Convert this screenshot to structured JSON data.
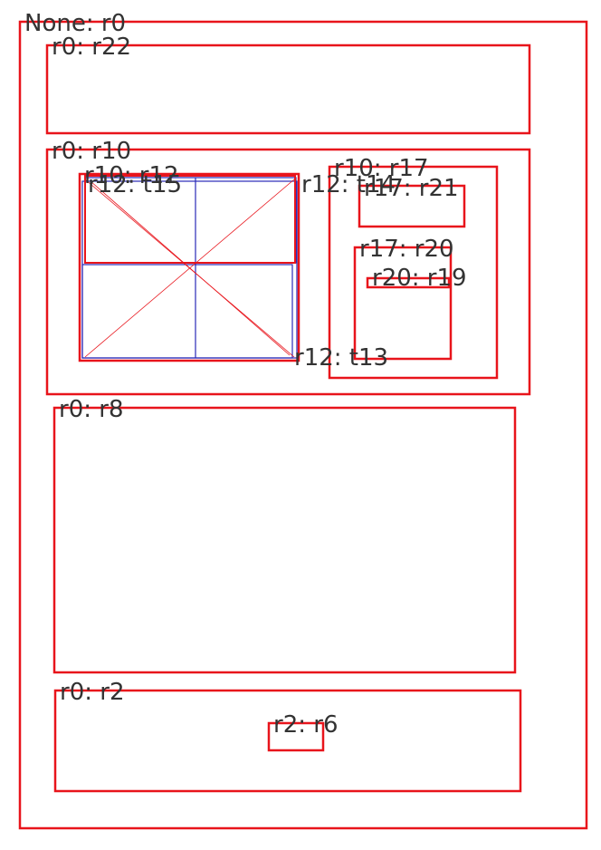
{
  "colors": {
    "region_stroke": "#e8141b",
    "text_stroke": "#2a2ab8",
    "label_text": "#333333",
    "background": "#ffffff"
  },
  "labels": {
    "r0": "None: r0",
    "r22": "r0: r22",
    "r10": "r0: r10",
    "r12": "r10: r12",
    "t15": "r12: t15",
    "t14": "r12: t14",
    "t13": "r12: t13",
    "r17": "r10: r17",
    "r21": "r17: r21",
    "r20": "r17: r20",
    "r19": "r20: r19",
    "r8": "r0: r8",
    "r2": "r0: r2",
    "r6": "r2: r6"
  }
}
